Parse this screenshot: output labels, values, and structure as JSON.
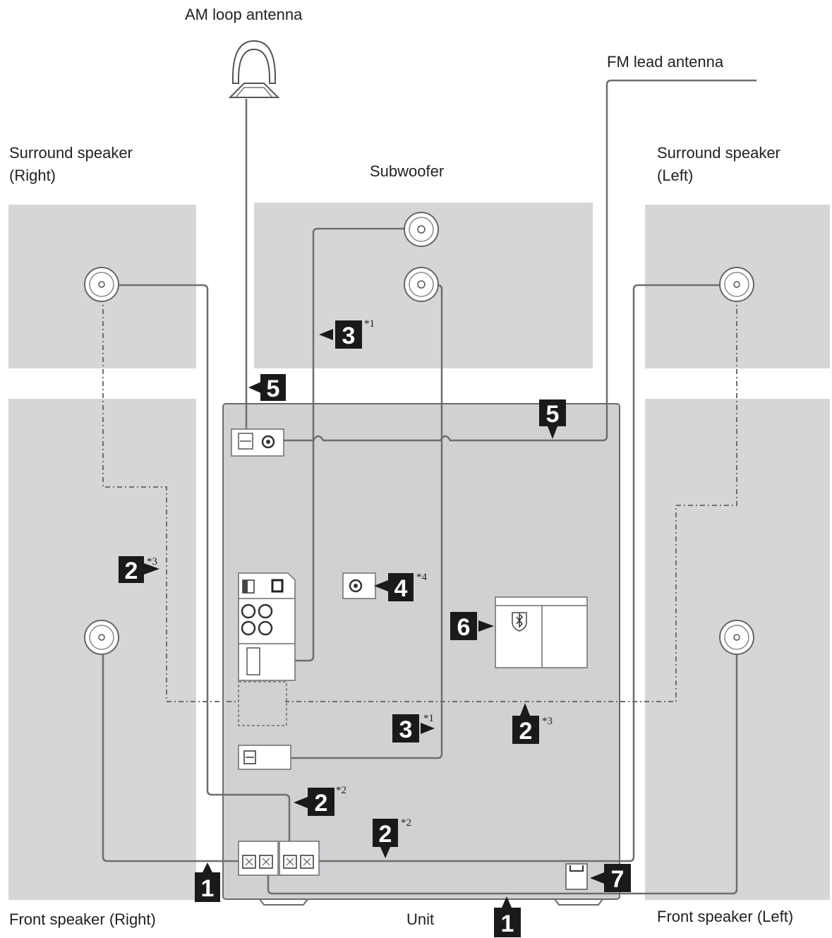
{
  "labels": {
    "am_antenna": "AM loop antenna",
    "fm_antenna": "FM lead antenna",
    "surround_right_line1": "Surround speaker",
    "surround_right_line2": "(Right)",
    "subwoofer": "Subwoofer",
    "surround_left_line1": "Surround speaker",
    "surround_left_line2": "(Left)",
    "front_right": "Front speaker (Right)",
    "unit": "Unit",
    "front_left": "Front speaker (Left)"
  },
  "steps": {
    "s1": "1",
    "s2": "2",
    "s3": "3",
    "s4": "4",
    "s5": "5",
    "s6": "6",
    "s7": "7"
  },
  "notes": {
    "n1": "*1",
    "n2": "*2",
    "n3": "*3",
    "n4": "*4"
  },
  "icons": [
    "am-loop-antenna-icon",
    "speaker-terminal-icon",
    "bluetooth-icon",
    "power-plug-icon"
  ],
  "colors": {
    "panel": "#d5d6d8",
    "wire": "#6e6e6e",
    "step_marker": "#1a1a1a"
  }
}
